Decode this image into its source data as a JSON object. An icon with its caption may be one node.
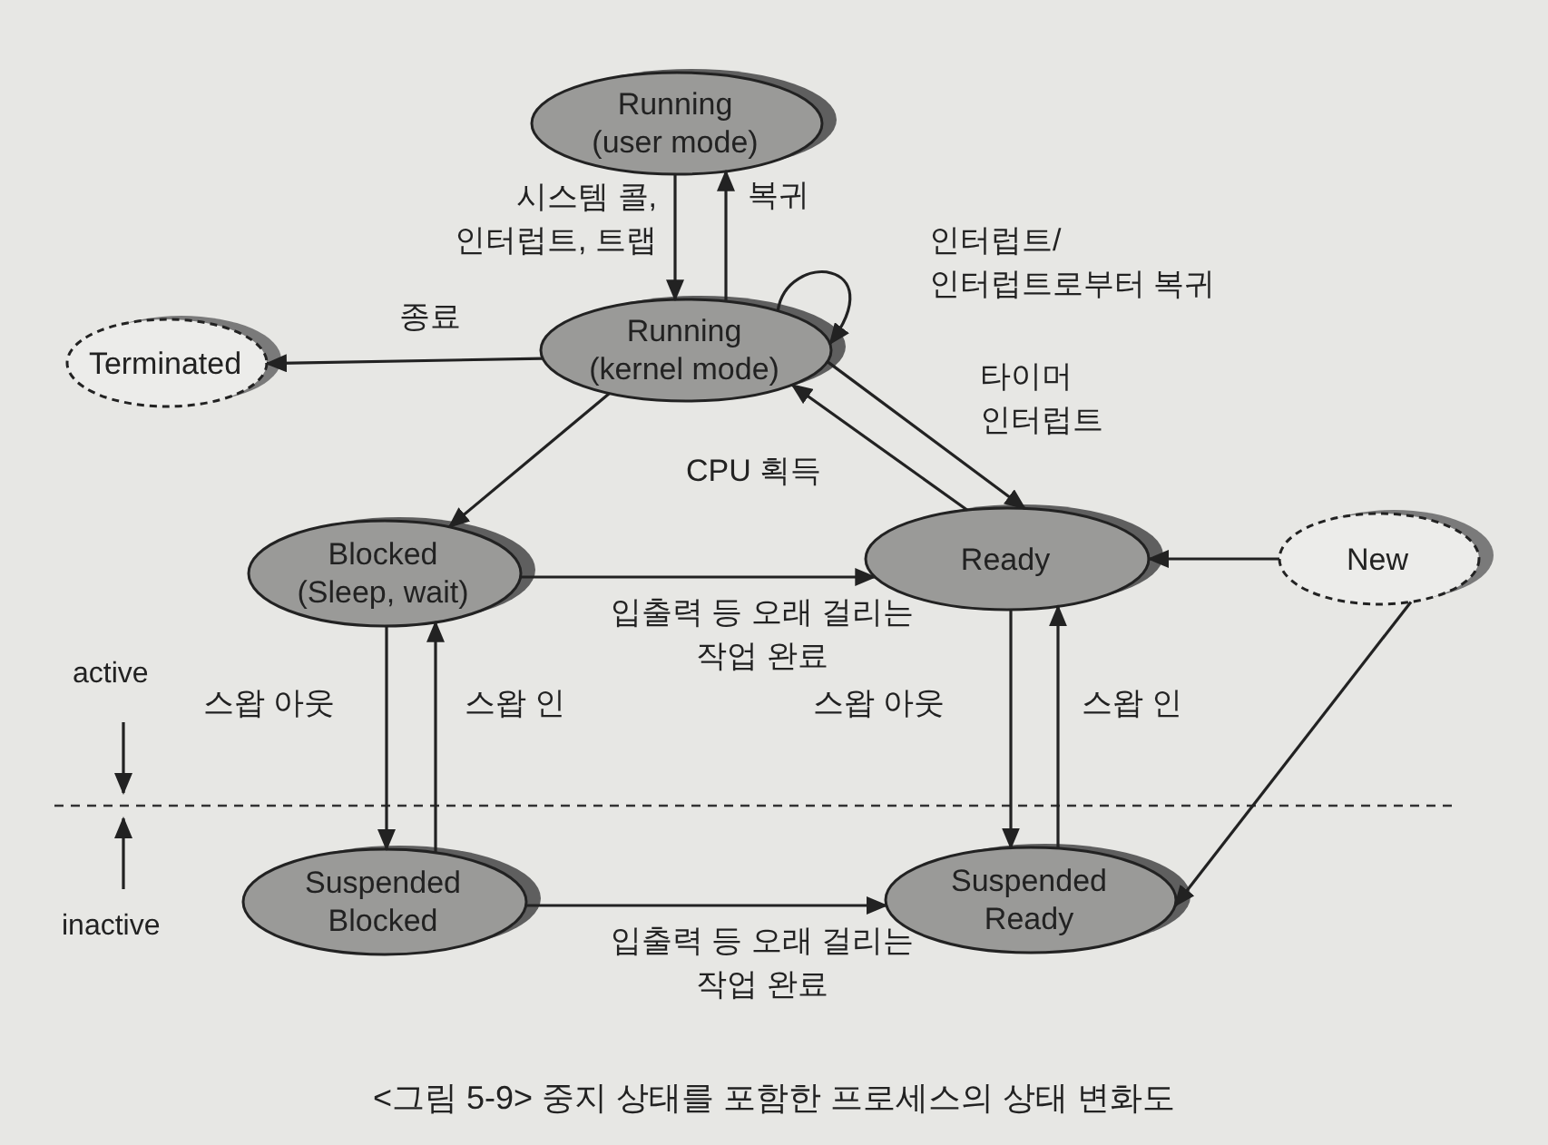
{
  "diagram": {
    "caption": "<그림 5-9> 중지 상태를 포함한 프로세스의 상태 변화도",
    "nodes": [
      {
        "text": [
          "Running (user mode)"
        ]
      },
      {
        "text": [
          "Running (kernel mode)"
        ]
      },
      {
        "text": [
          "Terminated"
        ]
      },
      {
        "text": [
          "Blocked (Sleep, wait)"
        ]
      },
      {
        "text": [
          "Ready"
        ]
      },
      {
        "text": [
          "New"
        ]
      },
      {
        "text": [
          "Suspended Blocked"
        ]
      },
      {
        "text": [
          "Suspended Ready"
        ]
      }
    ],
    "edges": [
      {
        "from": 0,
        "to": 1,
        "arrow": "to",
        "label": "시스템 콜, 인터럽트, 트랩"
      },
      {
        "from": 1,
        "to": 0,
        "arrow": "to",
        "label": "복귀"
      },
      {
        "from": 1,
        "to": 1,
        "arrow": "to",
        "label": "인터럽트/ 인터럽트로부터 복귀"
      },
      {
        "from": 1,
        "to": 2,
        "arrow": "to",
        "label": "종료"
      },
      {
        "from": 1,
        "to": 3,
        "arrow": "to"
      },
      {
        "from": 4,
        "to": 1,
        "arrow": "to",
        "label": "CPU 획득"
      },
      {
        "from": 1,
        "to": 4,
        "arrow": "to",
        "label": "타이머 인터럽트"
      },
      {
        "from": 3,
        "to": 4,
        "arrow": "to",
        "label": "입출력 등 오래 걸리는 작업 완료"
      },
      {
        "from": 5,
        "to": 4,
        "arrow": "to"
      },
      {
        "from": 3,
        "to": 6,
        "arrow": "to",
        "label": "스왑 아웃"
      },
      {
        "from": 6,
        "to": 3,
        "arrow": "to",
        "label": "스왑 인"
      },
      {
        "from": 4,
        "to": 7,
        "arrow": "to",
        "label": "스왑 아웃"
      },
      {
        "from": 7,
        "to": 4,
        "arrow": "to",
        "label": "스왑 인"
      },
      {
        "from": 5,
        "to": 7,
        "arrow": "to"
      },
      {
        "from": 6,
        "to": 7,
        "arrow": "to",
        "label": "입출력 등 오래 걸리는 작업 완료"
      }
    ],
    "labels": [
      "active",
      "inactive"
    ]
  }
}
